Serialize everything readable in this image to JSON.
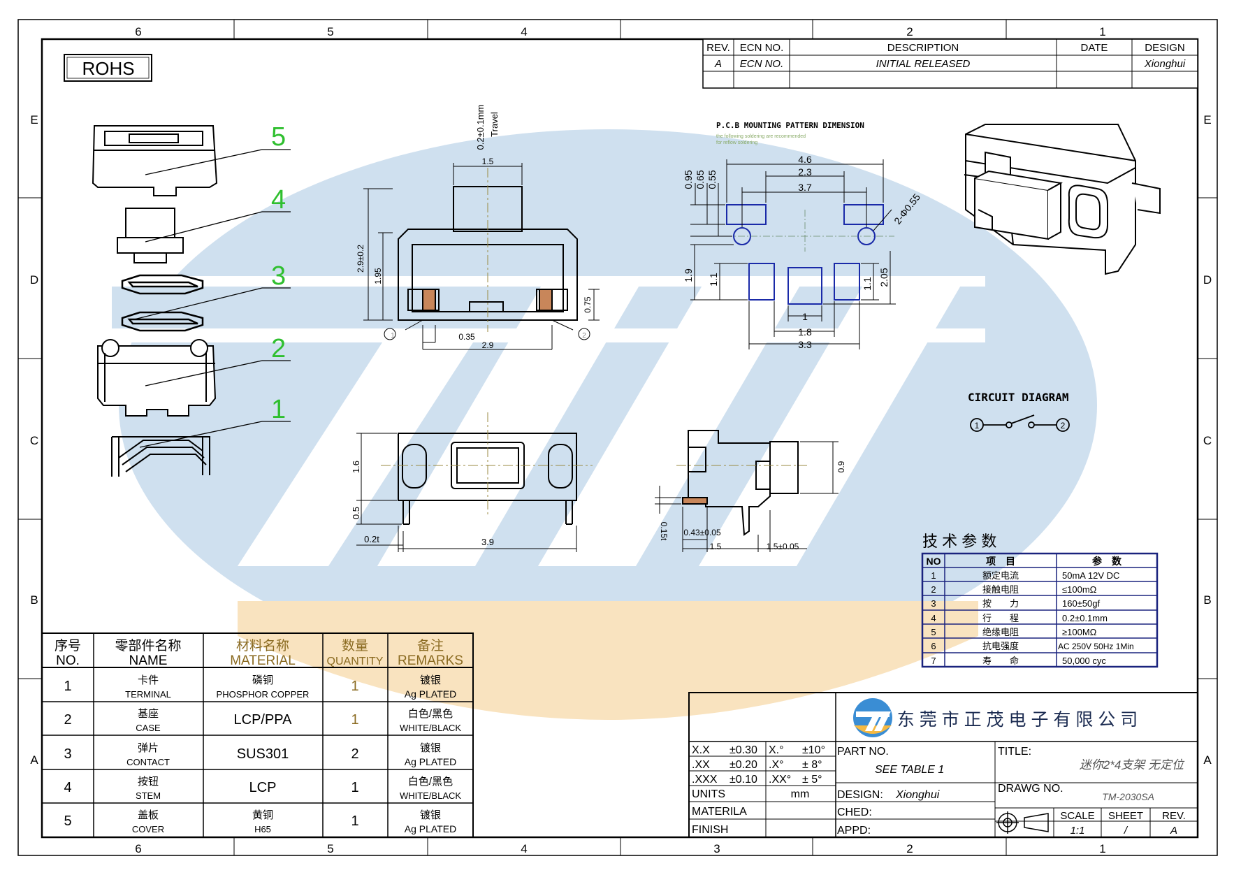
{
  "grid": {
    "columns": [
      "6",
      "5",
      "4",
      "3",
      "2",
      "1"
    ],
    "rows": [
      "E",
      "D",
      "C",
      "B",
      "A"
    ]
  },
  "rohs": "ROHS",
  "revision_block": {
    "headers": [
      "REV.",
      "ECN NO.",
      "DESCRIPTION",
      "DATE",
      "DESIGN"
    ],
    "row": [
      "A",
      "ECN NO.",
      "INITIAL RELEASED",
      "",
      "Xionghui"
    ]
  },
  "exploded": {
    "labels": [
      "5",
      "4",
      "3",
      "2",
      "1"
    ]
  },
  "front_view": {
    "travel": "0.2±0.1mm",
    "travel_word": "Travel",
    "dims": [
      "1.5",
      "2.9±0.2",
      "1.95",
      "0.75",
      "0.35",
      "2.9"
    ],
    "pins": [
      "1",
      "2"
    ]
  },
  "pcb": {
    "title": "P.C.B MOUNTING PATTERN DIMENSION",
    "note1": "the following soldering are recommended",
    "note2": "for reflow soldering",
    "dims": [
      "4.6",
      "2.3",
      "3.7",
      "0.95",
      "0.65",
      "0.55",
      "2-Φ0.55",
      "1.9",
      "1.1",
      "1.1",
      "2.05",
      "1",
      "1.8",
      "3.3"
    ]
  },
  "bottom_view": {
    "dims": [
      "1.6",
      "0.5",
      "0.2t",
      "3.9"
    ]
  },
  "side_view": {
    "dims": [
      "0.9",
      "0.15t",
      "0.43±0.05",
      "1.5",
      "1.5±0.05"
    ]
  },
  "circuit": {
    "title": "CIRCUIT DIAGRAM",
    "pins": [
      "1",
      "2"
    ]
  },
  "tech": {
    "title": "技 术 参 数",
    "headers": [
      "NO",
      "项　目",
      "参　数"
    ],
    "rows": [
      [
        "1",
        "额定电流",
        "50mA 12V DC"
      ],
      [
        "2",
        "接触电阻",
        "≤100mΩ"
      ],
      [
        "3",
        "按　　力",
        "160±50gf"
      ],
      [
        "4",
        "行　　程",
        "0.2±0.1mm"
      ],
      [
        "5",
        "绝缘电阻",
        "≥100MΩ"
      ],
      [
        "6",
        "抗电强度",
        "AC 250V 50Hz 1Min"
      ],
      [
        "7",
        "寿　　命",
        "50,000 cyc"
      ]
    ]
  },
  "bom": {
    "headers": [
      [
        "序号",
        "NO."
      ],
      [
        "零部件名称",
        "NAME"
      ],
      [
        "材料名称",
        "MATERIAL"
      ],
      [
        "数量",
        "QUANTITY"
      ],
      [
        "备注",
        "REMARKS"
      ]
    ],
    "rows": [
      [
        "1",
        "卡件",
        "TERMINAL",
        "磷铜",
        "PHOSPHOR COPPER",
        "1",
        "镀银",
        "Ag PLATED"
      ],
      [
        "2",
        "基座",
        "CASE",
        "LCP/PPA",
        "",
        "1",
        "白色/黑色",
        "WHITE/BLACK"
      ],
      [
        "3",
        "弹片",
        "CONTACT",
        "SUS301",
        "",
        "2",
        "镀银",
        "Ag PLATED"
      ],
      [
        "4",
        "按钮",
        "STEM",
        "LCP",
        "",
        "1",
        "白色/黑色",
        "WHITE/BLACK"
      ],
      [
        "5",
        "盖板",
        "COVER",
        "黄铜",
        "H65",
        "1",
        "镀银",
        "Ag PLATED"
      ]
    ]
  },
  "title_block": {
    "company": "东 莞 市 正 茂 电 子 有 限 公 司",
    "tolerances": [
      [
        "X.X",
        "±0.30",
        "X.°",
        "±10°"
      ],
      [
        ".XX",
        "±0.20",
        ".X°",
        "± 8°"
      ],
      [
        ".XXX",
        "±0.10",
        ".XX°",
        "± 5°"
      ]
    ],
    "units_label": "UNITS",
    "units_value": "mm",
    "materila": "MATERILA",
    "finish": "FINISH",
    "part_no_label": "PART NO.",
    "part_no_value": "SEE TABLE 1",
    "design_label": "DESIGN:",
    "design_value": "Xionghui",
    "ched": "CHED:",
    "appd": "APPD:",
    "title_label": "TITLE:",
    "title_value": "迷你2*4支架 无定位",
    "drawg_label": "DRAWG NO.",
    "drawg_value": "TM-2030SA",
    "scale_label": "SCALE",
    "scale_value": "1:1",
    "sheet_label": "SHEET",
    "sheet_value": "/",
    "rev_label": "REV.",
    "rev_value": "A"
  },
  "colors": {
    "watermark_blue": "#cfe0ef",
    "watermark_orange": "#f9e3bf",
    "label_green": "#2fbf2f",
    "table_blue": "#1a237e",
    "pcb_blue": "#1a2aa8",
    "contact_brown": "#c8865a"
  }
}
